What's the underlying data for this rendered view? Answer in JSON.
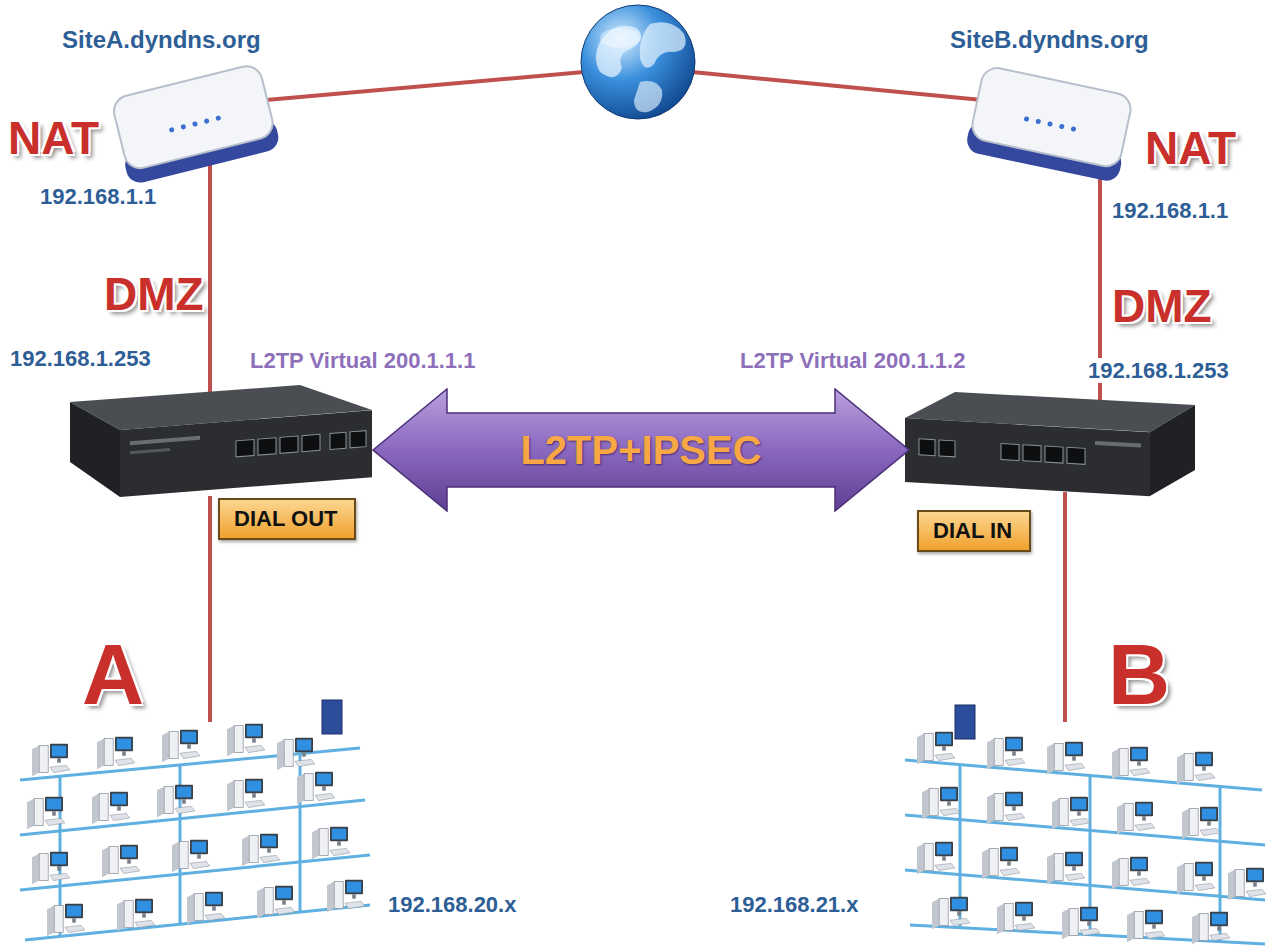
{
  "diagram": {
    "nodes": [
      {
        "text": [
          "DIAL OUT"
        ]
      },
      {
        "text": [
          "L2TP+IPSEC"
        ]
      },
      {
        "text": [
          "DIAL IN"
        ]
      }
    ],
    "labels": [
      "SiteA.dyndns.org",
      "SiteB.dyndns.org",
      "NAT",
      "NAT",
      "192.168.1.1",
      "192.168.1.1",
      "DMZ",
      "DMZ",
      "192.168.1.253",
      "L2TP Virtual 200.1.1.1",
      "L2TP Virtual 200.1.1.2",
      "192.168.1.253",
      "A",
      "B",
      "192.168.20.x",
      "192.168.21.x"
    ]
  }
}
